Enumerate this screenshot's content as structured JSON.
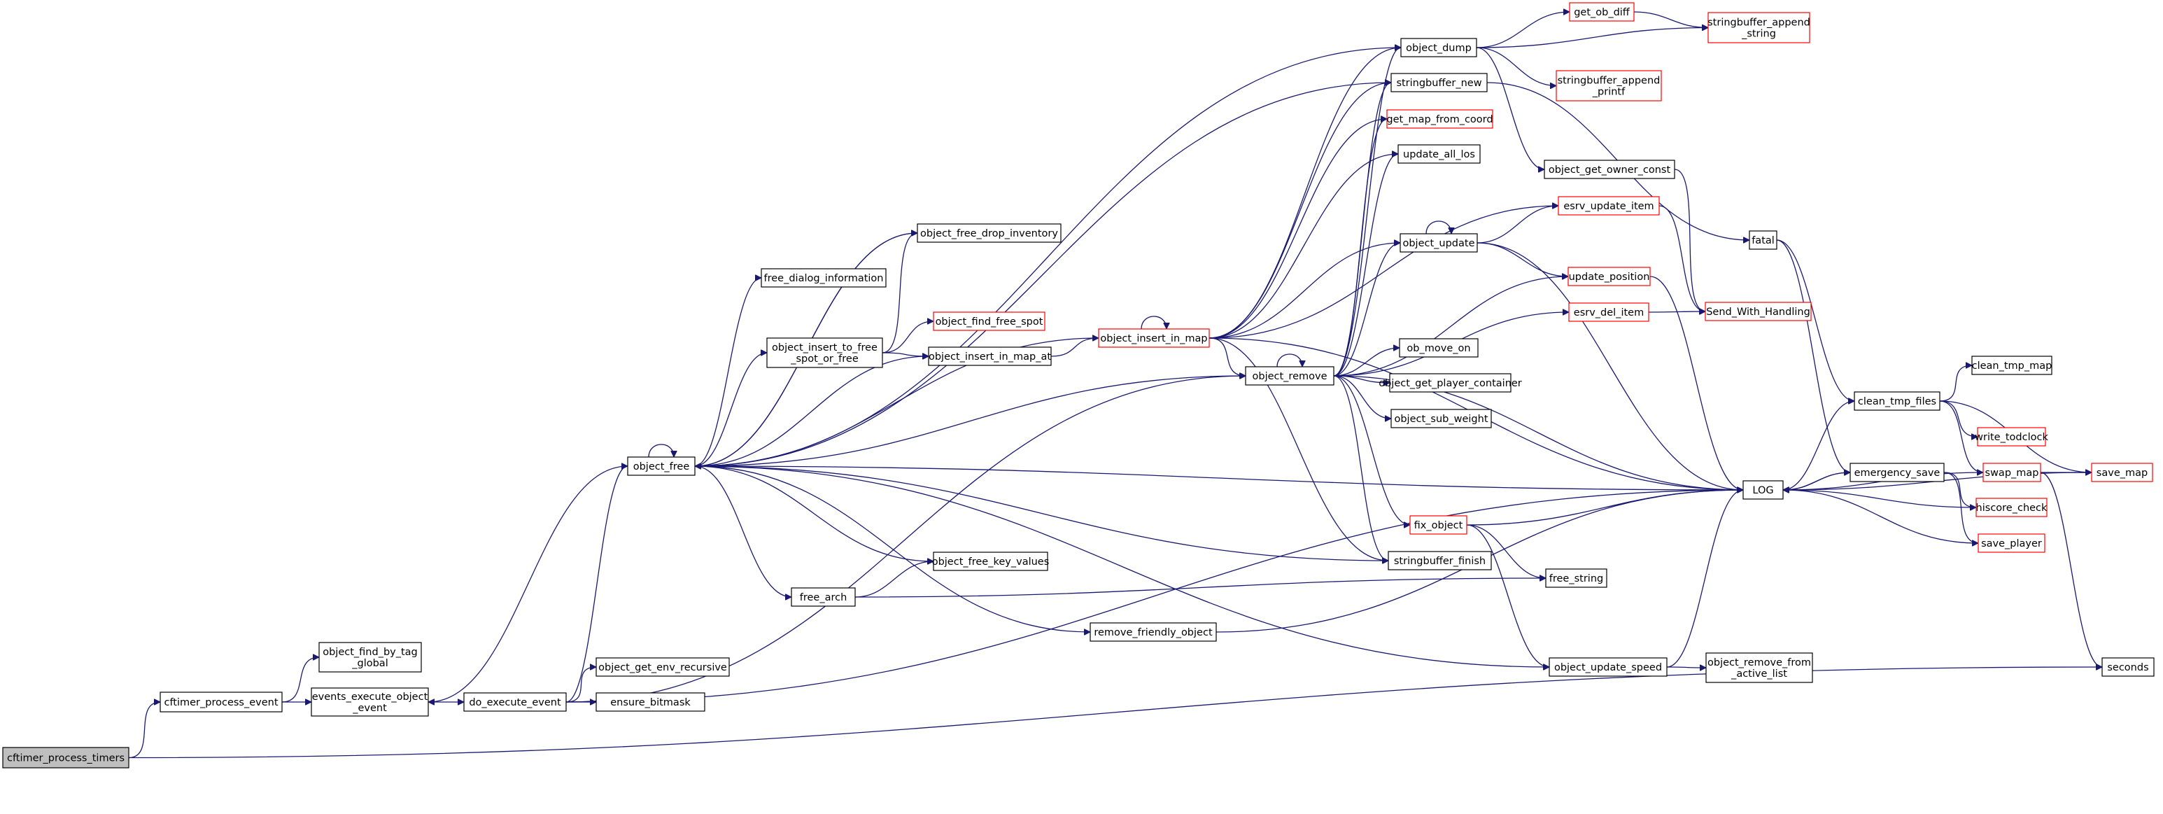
{
  "colors": {
    "edge": "#191970",
    "border_normal": "#000000",
    "border_truncated": "#ff0000",
    "fill_normal": "#ffffff",
    "fill_root": "#bfbfbf",
    "label": "#000000"
  },
  "nodes": [
    {
      "id": "cftimer_process_timers",
      "lines": [
        "cftimer_process_timers"
      ],
      "root": true
    },
    {
      "id": "cftimer_process_event",
      "lines": [
        "cftimer_process_event"
      ]
    },
    {
      "id": "object_find_by_tag_global",
      "lines": [
        "object_find_by_tag",
        "_global"
      ]
    },
    {
      "id": "events_execute_object_event",
      "lines": [
        "events_execute_object",
        "_event"
      ]
    },
    {
      "id": "do_execute_event",
      "lines": [
        "do_execute_event"
      ]
    },
    {
      "id": "object_free",
      "lines": [
        "object_free"
      ]
    },
    {
      "id": "object_get_env_recursive",
      "lines": [
        "object_get_env_recursive"
      ]
    },
    {
      "id": "ensure_bitmask",
      "lines": [
        "ensure_bitmask"
      ]
    },
    {
      "id": "free_dialog_information",
      "lines": [
        "free_dialog_information"
      ]
    },
    {
      "id": "object_free_drop_inventory",
      "lines": [
        "object_free_drop_inventory"
      ]
    },
    {
      "id": "object_insert_to_free_spot_or_free",
      "lines": [
        "object_insert_to_free",
        "_spot_or_free"
      ]
    },
    {
      "id": "object_find_free_spot",
      "lines": [
        "object_find_free_spot"
      ],
      "truncated": true
    },
    {
      "id": "object_insert_in_map_at",
      "lines": [
        "object_insert_in_map_at"
      ]
    },
    {
      "id": "object_free_key_values",
      "lines": [
        "object_free_key_values"
      ]
    },
    {
      "id": "free_arch",
      "lines": [
        "free_arch"
      ]
    },
    {
      "id": "remove_friendly_object",
      "lines": [
        "remove_friendly_object"
      ]
    },
    {
      "id": "object_insert_in_map",
      "lines": [
        "object_insert_in_map"
      ],
      "truncated": true
    },
    {
      "id": "object_remove",
      "lines": [
        "object_remove"
      ]
    },
    {
      "id": "object_dump",
      "lines": [
        "object_dump"
      ]
    },
    {
      "id": "stringbuffer_new",
      "lines": [
        "stringbuffer_new"
      ]
    },
    {
      "id": "get_map_from_coord",
      "lines": [
        "get_map_from_coord"
      ],
      "truncated": true
    },
    {
      "id": "update_all_los",
      "lines": [
        "update_all_los"
      ]
    },
    {
      "id": "object_update",
      "lines": [
        "object_update"
      ]
    },
    {
      "id": "ob_move_on",
      "lines": [
        "ob_move_on"
      ]
    },
    {
      "id": "object_get_player_container",
      "lines": [
        "object_get_player_container"
      ]
    },
    {
      "id": "object_sub_weight",
      "lines": [
        "object_sub_weight"
      ]
    },
    {
      "id": "fix_object",
      "lines": [
        "fix_object"
      ],
      "truncated": true
    },
    {
      "id": "stringbuffer_finish",
      "lines": [
        "stringbuffer_finish"
      ]
    },
    {
      "id": "free_string",
      "lines": [
        "free_string"
      ]
    },
    {
      "id": "object_update_speed",
      "lines": [
        "object_update_speed"
      ]
    },
    {
      "id": "get_ob_diff",
      "lines": [
        "get_ob_diff"
      ],
      "truncated": true
    },
    {
      "id": "stringbuffer_append_string",
      "lines": [
        "stringbuffer_append",
        "_string"
      ],
      "truncated": true
    },
    {
      "id": "stringbuffer_append_printf",
      "lines": [
        "stringbuffer_append",
        "_printf"
      ],
      "truncated": true
    },
    {
      "id": "object_get_owner_const",
      "lines": [
        "object_get_owner_const"
      ]
    },
    {
      "id": "esrv_update_item",
      "lines": [
        "esrv_update_item"
      ],
      "truncated": true
    },
    {
      "id": "update_position",
      "lines": [
        "update_position"
      ],
      "truncated": true
    },
    {
      "id": "esrv_del_item",
      "lines": [
        "esrv_del_item"
      ],
      "truncated": true
    },
    {
      "id": "fatal",
      "lines": [
        "fatal"
      ]
    },
    {
      "id": "Send_With_Handling",
      "lines": [
        "Send_With_Handling"
      ],
      "truncated": true
    },
    {
      "id": "LOG",
      "lines": [
        "LOG"
      ]
    },
    {
      "id": "object_remove_from_active_list",
      "lines": [
        "object_remove_from",
        "_active_list"
      ]
    },
    {
      "id": "clean_tmp_files",
      "lines": [
        "clean_tmp_files"
      ]
    },
    {
      "id": "clean_tmp_map",
      "lines": [
        "clean_tmp_map"
      ]
    },
    {
      "id": "write_todclock",
      "lines": [
        "write_todclock"
      ],
      "truncated": true
    },
    {
      "id": "emergency_save",
      "lines": [
        "emergency_save"
      ]
    },
    {
      "id": "swap_map",
      "lines": [
        "swap_map"
      ],
      "truncated": true
    },
    {
      "id": "save_map",
      "lines": [
        "save_map"
      ],
      "truncated": true
    },
    {
      "id": "hiscore_check",
      "lines": [
        "hiscore_check"
      ],
      "truncated": true
    },
    {
      "id": "save_player",
      "lines": [
        "save_player"
      ],
      "truncated": true
    },
    {
      "id": "seconds",
      "lines": [
        "seconds"
      ]
    }
  ],
  "edges": [
    [
      "cftimer_process_timers",
      "cftimer_process_event"
    ],
    [
      "cftimer_process_timers",
      "seconds"
    ],
    [
      "cftimer_process_event",
      "object_find_by_tag_global"
    ],
    [
      "cftimer_process_event",
      "events_execute_object_event"
    ],
    [
      "events_execute_object_event",
      "do_execute_event"
    ],
    [
      "do_execute_event",
      "object_free"
    ],
    [
      "do_execute_event",
      "object_get_env_recursive"
    ],
    [
      "do_execute_event",
      "ensure_bitmask"
    ],
    [
      "do_execute_event",
      "object_remove"
    ],
    [
      "do_execute_event",
      "LOG"
    ],
    [
      "object_free",
      "object_free"
    ],
    [
      "object_free",
      "events_execute_object_event"
    ],
    [
      "object_free",
      "free_dialog_information"
    ],
    [
      "object_free",
      "object_free_drop_inventory"
    ],
    [
      "object_free",
      "object_insert_to_free_spot_or_free"
    ],
    [
      "object_free",
      "object_insert_in_map_at"
    ],
    [
      "object_free",
      "object_free_key_values"
    ],
    [
      "object_free",
      "free_arch"
    ],
    [
      "object_free",
      "remove_friendly_object"
    ],
    [
      "object_free",
      "object_remove"
    ],
    [
      "object_free",
      "object_dump"
    ],
    [
      "object_free",
      "stringbuffer_new"
    ],
    [
      "object_free",
      "stringbuffer_finish"
    ],
    [
      "object_free",
      "object_update_speed"
    ],
    [
      "object_free",
      "LOG"
    ],
    [
      "object_free_drop_inventory",
      "object_free"
    ],
    [
      "object_insert_to_free_spot_or_free",
      "object_free_drop_inventory"
    ],
    [
      "object_insert_to_free_spot_or_free",
      "object_find_free_spot"
    ],
    [
      "object_insert_to_free_spot_or_free",
      "object_insert_in_map_at"
    ],
    [
      "object_insert_in_map_at",
      "object_insert_in_map"
    ],
    [
      "free_arch",
      "object_free_key_values"
    ],
    [
      "free_arch",
      "free_string"
    ],
    [
      "remove_friendly_object",
      "LOG"
    ],
    [
      "object_insert_in_map",
      "object_insert_in_map"
    ],
    [
      "object_insert_in_map",
      "object_free"
    ],
    [
      "object_insert_in_map",
      "object_remove"
    ],
    [
      "object_insert_in_map",
      "object_dump"
    ],
    [
      "object_insert_in_map",
      "stringbuffer_new"
    ],
    [
      "object_insert_in_map",
      "get_map_from_coord"
    ],
    [
      "object_insert_in_map",
      "update_all_los"
    ],
    [
      "object_insert_in_map",
      "object_update"
    ],
    [
      "object_insert_in_map",
      "stringbuffer_finish"
    ],
    [
      "object_insert_in_map",
      "esrv_update_item"
    ],
    [
      "object_insert_in_map",
      "LOG"
    ],
    [
      "object_remove",
      "object_remove"
    ],
    [
      "object_remove",
      "object_dump"
    ],
    [
      "object_remove",
      "stringbuffer_new"
    ],
    [
      "object_remove",
      "get_map_from_coord"
    ],
    [
      "object_remove",
      "update_all_los"
    ],
    [
      "object_remove",
      "object_update"
    ],
    [
      "object_remove",
      "update_position"
    ],
    [
      "object_remove",
      "esrv_del_item"
    ],
    [
      "object_remove",
      "ob_move_on"
    ],
    [
      "object_remove",
      "object_get_player_container"
    ],
    [
      "object_remove",
      "object_sub_weight"
    ],
    [
      "object_remove",
      "fix_object"
    ],
    [
      "object_remove",
      "stringbuffer_finish"
    ],
    [
      "object_remove",
      "LOG"
    ],
    [
      "object_dump",
      "get_ob_diff"
    ],
    [
      "object_dump",
      "stringbuffer_append_string"
    ],
    [
      "object_dump",
      "stringbuffer_append_printf"
    ],
    [
      "object_dump",
      "object_get_owner_const"
    ],
    [
      "get_ob_diff",
      "stringbuffer_append_string"
    ],
    [
      "stringbuffer_new",
      "fatal"
    ],
    [
      "object_get_owner_const",
      "Send_With_Handling"
    ],
    [
      "object_update",
      "object_update"
    ],
    [
      "object_update",
      "esrv_update_item"
    ],
    [
      "object_update",
      "update_position"
    ],
    [
      "object_update",
      "LOG"
    ],
    [
      "esrv_update_item",
      "Send_With_Handling"
    ],
    [
      "update_position",
      "LOG"
    ],
    [
      "esrv_del_item",
      "Send_With_Handling"
    ],
    [
      "fix_object",
      "free_string"
    ],
    [
      "fix_object",
      "object_update_speed"
    ],
    [
      "fix_object",
      "LOG"
    ],
    [
      "object_update_speed",
      "LOG"
    ],
    [
      "object_update_speed",
      "object_remove_from_active_list"
    ],
    [
      "fatal",
      "clean_tmp_files"
    ],
    [
      "fatal",
      "emergency_save"
    ],
    [
      "LOG",
      "clean_tmp_files"
    ],
    [
      "LOG",
      "emergency_save"
    ],
    [
      "clean_tmp_files",
      "clean_tmp_map"
    ],
    [
      "clean_tmp_files",
      "write_todclock"
    ],
    [
      "clean_tmp_files",
      "swap_map"
    ],
    [
      "clean_tmp_files",
      "save_map"
    ],
    [
      "emergency_save",
      "LOG"
    ],
    [
      "emergency_save",
      "hiscore_check"
    ],
    [
      "emergency_save",
      "save_player"
    ],
    [
      "swap_map",
      "LOG"
    ],
    [
      "swap_map",
      "save_map"
    ],
    [
      "swap_map",
      "seconds"
    ],
    [
      "save_map",
      "LOG"
    ],
    [
      "hiscore_check",
      "LOG"
    ],
    [
      "save_player",
      "LOG"
    ]
  ]
}
